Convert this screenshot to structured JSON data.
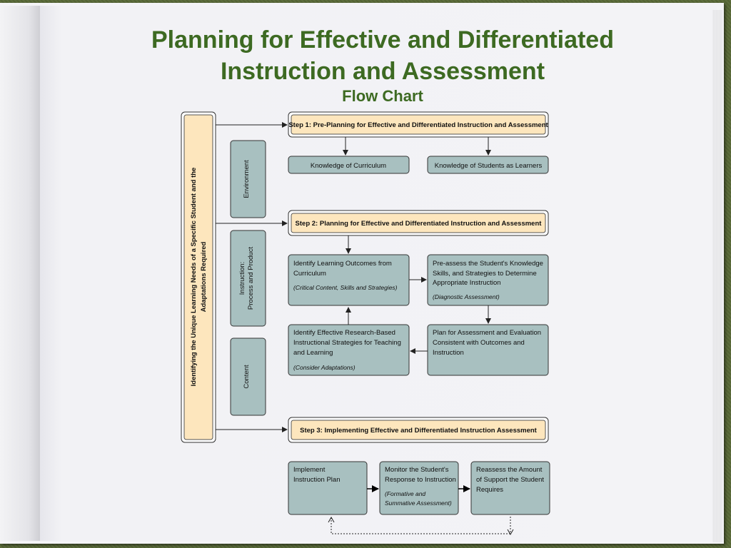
{
  "title": {
    "line1": "Planning for Effective and Differentiated",
    "line2": "Instruction and Assessment",
    "subtitle": "Flow Chart"
  },
  "left_bar": {
    "line1": "Identifying the Unique Learning Needs of a Specific Student and the",
    "line2": "Adaptations Required"
  },
  "side_boxes": {
    "environment": "Environment",
    "instruction_line1": "Instruction:",
    "instruction_line2": "Process and Product",
    "content": "Content"
  },
  "steps": {
    "step1": "Step 1: Pre-Planning for Effective and Differentiated Instruction and Assessment",
    "step2": "Step 2: Planning for Effective and Differentiated Instruction and Assessment",
    "step3": "Step 3: Implementing Effective and Differentiated Instruction Assessment"
  },
  "boxes": {
    "knowledge_curriculum": "Knowledge of Curriculum",
    "knowledge_students": "Knowledge of Students as Learners",
    "identify_outcomes": {
      "lines": [
        "Identify Learning Outcomes from",
        "Curriculum"
      ],
      "note": "(Critical Content, Skills and Strategies)"
    },
    "preassess": {
      "lines": [
        "Pre-assess the Student's Knowledge",
        "Skills, and Strategies to Determine",
        "Appropriate Instruction"
      ],
      "note": "(Diagnostic Assessment)"
    },
    "identify_strategies": {
      "lines": [
        "Identify Effective Research-Based",
        "Instructional Strategies for Teaching",
        "and Learning"
      ],
      "note": "(Consider Adaptations)"
    },
    "plan_assessment": {
      "lines": [
        "Plan for Assessment and Evaluation",
        "Consistent with Outcomes and",
        "Instruction"
      ]
    },
    "implement": {
      "lines": [
        "Implement",
        "Instruction Plan"
      ]
    },
    "monitor": {
      "lines": [
        "Monitor the Student's",
        "Response to Instruction"
      ],
      "notes": [
        "(Formative and",
        "Summative Assessment)"
      ]
    },
    "reassess": {
      "lines": [
        "Reassess the Amount",
        "of Support the Student",
        "Requires"
      ]
    }
  },
  "colors": {
    "title_green": "#3d6a22",
    "box_fill": "#a8c0c0",
    "step_fill": "#fde6bd",
    "left_bar_fill": "#fde6bd"
  }
}
